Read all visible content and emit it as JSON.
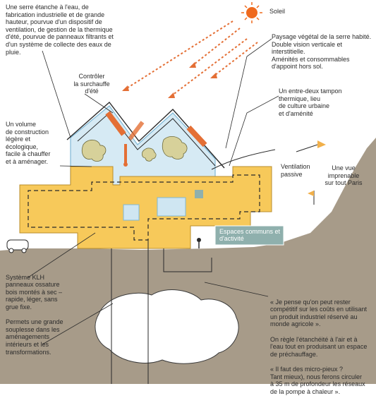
{
  "notes": {
    "serre": "Une serre étanche à l'eau, de fabrication industrielle et de grande hauteur, pourvue d'un dispositif de ventilation, de gestion de la thermique d'été, pourvue de panneaux filtrants et d'un système de collecte des eaux de pluie.",
    "soleil": "Soleil",
    "surchauffe": "Contrôler\nla surchauffe\nd'été",
    "paysage": "Paysage végétal de la serre habité.\nDouble vision verticale et\ninterstitielle.\nAménités et consommables\nd'appoint hors sol.",
    "entre_deux": "Un entre-deux tampon\nthermique, lieu\nde culture urbaine\net d'aménité",
    "volume": "Un volume\nde construction\nlégère et\nécologique,\nfacile à chauffer\net à aménager.",
    "ventilation": "Ventilation\npassive",
    "vue": "Une vue\nimprenable\nsur tout Paris",
    "espaces": "Espaces communs\net d'activité",
    "klh_1": "Système KLH\npanneaux ossature\nbois montés à sec –\nrapide, léger, sans\ngrue fixe.",
    "klh_2": "Permets une grande\nsouplesse dans les\naménagements\nintérieurs et les\ntransformations.",
    "quote_1": "« Je pense qu'on peut rester\ncompétitif sur les coûts en utilisant\nun produit industriel réservé au\nmonde agricole ».",
    "quote_2": "On règle l'étanchéité à l'air et à\nl'eau tout en produisant un espace\nde préchauffage.",
    "quote_3": "« Il faut des micro-pieux ?\nTant mieux), nous ferons circuler\nà 35 m de profondeur les réseaux\nde la pompe à chaleur »."
  },
  "colors": {
    "ground": "#a79b89",
    "building": "#f7c95a",
    "glass": "#cfe6f2",
    "glass_edge": "#7fb8d6",
    "panel": "#e46f35",
    "sun": "#ef6a1e",
    "plant": "#d7d19a",
    "soil_block": "#8fb0ad",
    "ink": "#2a2a2a",
    "flag": "#f1b04a"
  }
}
